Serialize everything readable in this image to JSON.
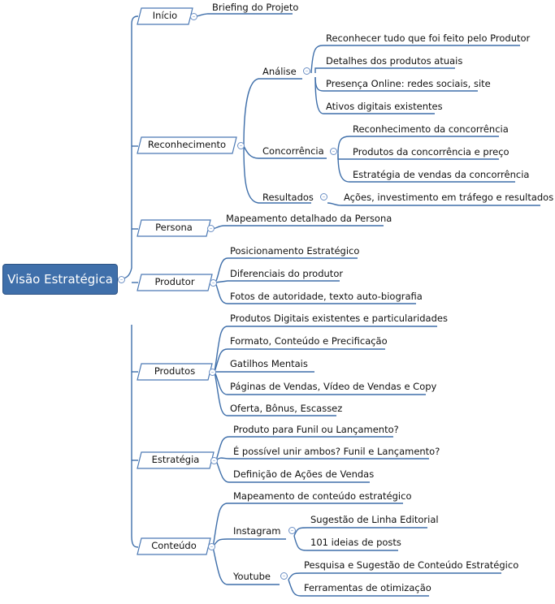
{
  "root": "Visão Estratégica",
  "branches": {
    "inicio": {
      "label": "Início",
      "children": [
        "Briefing do Projeto"
      ]
    },
    "reconhecimento": {
      "label": "Reconhecimento",
      "analise": {
        "label": "Análise",
        "children": [
          "Reconhecer tudo que foi feito pelo Produtor",
          "Detalhes dos produtos atuais",
          "Presença Online: redes sociais, site",
          "Ativos digitais existentes"
        ]
      },
      "concorrencia": {
        "label": "Concorrência",
        "children": [
          "Reconhecimento da concorrência",
          "Produtos da concorrência e preço",
          "Estratégia de vendas da concorrência"
        ]
      },
      "resultados": {
        "label": "Resultados",
        "children": [
          "Ações, investimento em tráfego e resultados"
        ]
      }
    },
    "persona": {
      "label": "Persona",
      "children": [
        "Mapeamento detalhado da Persona"
      ]
    },
    "produtor": {
      "label": "Produtor",
      "children": [
        "Posicionamento Estratégico",
        "Diferenciais do produtor",
        "Fotos de autoridade, texto auto-biografia"
      ]
    },
    "produtos": {
      "label": "Produtos",
      "children": [
        "Produtos Digitais existentes e particularidades",
        "Formato, Conteúdo e Precificação",
        "Gatilhos Mentais",
        "Páginas de Vendas, Vídeo de Vendas e Copy",
        "Oferta, Bônus, Escassez"
      ]
    },
    "estrategia": {
      "label": "Estratégia",
      "children": [
        "Produto para Funil ou Lançamento?",
        "É possível unir ambos? Funil e Lançamento?",
        "Definição de Ações de Vendas"
      ]
    },
    "conteudo": {
      "label": "Conteúdo",
      "children": [
        "Mapeamento de conteúdo estratégico"
      ],
      "instagram": {
        "label": "Instagram",
        "children": [
          "Sugestão de Linha Editorial",
          "101 ideias de posts"
        ]
      },
      "youtube": {
        "label": "Youtube",
        "children": [
          "Pesquisa e Sugestão de Conteúdo Estratégico",
          "Ferramentas de otimização"
        ]
      }
    }
  },
  "colors": {
    "line": "#3f6faa",
    "root_fill": "#3f6faa",
    "branch_border": "#4a78b3"
  },
  "icons": {
    "toggle": "collapse-toggle-icon"
  }
}
